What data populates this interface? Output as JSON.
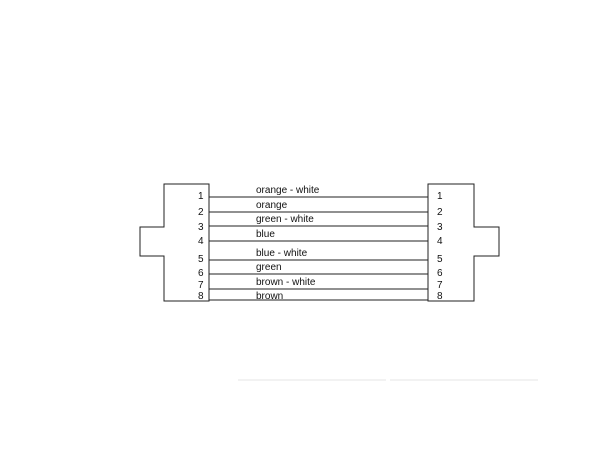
{
  "pins_left": [
    "1",
    "2",
    "3",
    "4",
    "5",
    "6",
    "7",
    "8"
  ],
  "pins_right": [
    "1",
    "2",
    "3",
    "4",
    "5",
    "6",
    "7",
    "8"
  ],
  "wires": [
    {
      "pin": "1",
      "label": "orange - white"
    },
    {
      "pin": "2",
      "label": "orange"
    },
    {
      "pin": "3",
      "label": "green - white"
    },
    {
      "pin": "4",
      "label": "blue"
    },
    {
      "pin": "5",
      "label": "blue - white"
    },
    {
      "pin": "6",
      "label": "green"
    },
    {
      "pin": "7",
      "label": "brown - white"
    },
    {
      "pin": "8",
      "label": "brown"
    }
  ],
  "colors": {
    "stroke": "#222222",
    "faint_line": "#e6e6e6"
  }
}
